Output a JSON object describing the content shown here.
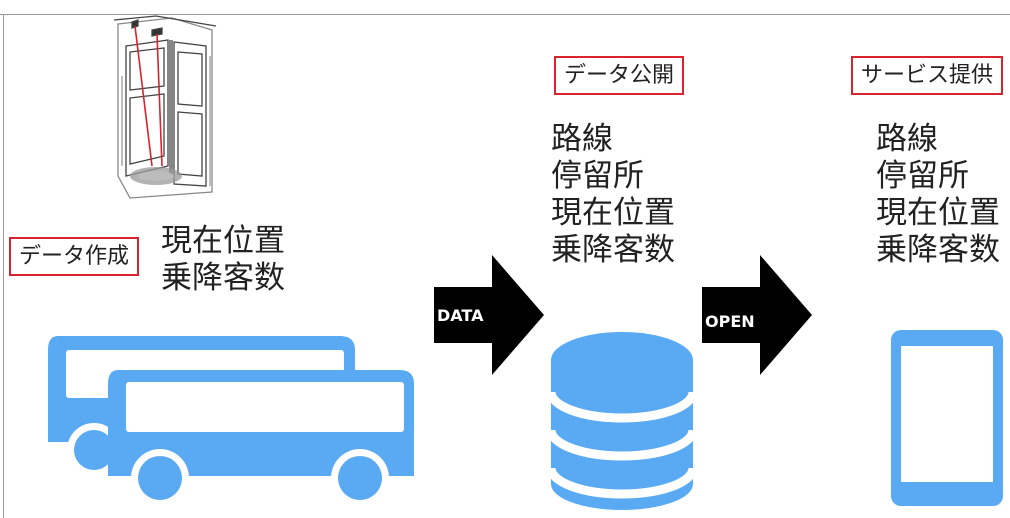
{
  "stages": {
    "create": {
      "label": "データ作成",
      "items": [
        "現在位置",
        "乗降客数"
      ]
    },
    "publish": {
      "label": "データ公開",
      "items": [
        "路線",
        "停留所",
        "現在位置",
        "乗降客数"
      ]
    },
    "service": {
      "label": "サービス提供",
      "items": [
        "路線",
        "停留所",
        "現在位置",
        "乗降客数"
      ]
    }
  },
  "arrows": {
    "data": "DATA",
    "open": "OPEN"
  },
  "colors": {
    "accent_blue": "#5aaaf3",
    "label_border": "#d9232e",
    "arrow": "#000000",
    "text": "#222222"
  },
  "icons": [
    "bus-door-sensor-icon",
    "bus-icon",
    "database-icon",
    "tablet-icon"
  ]
}
